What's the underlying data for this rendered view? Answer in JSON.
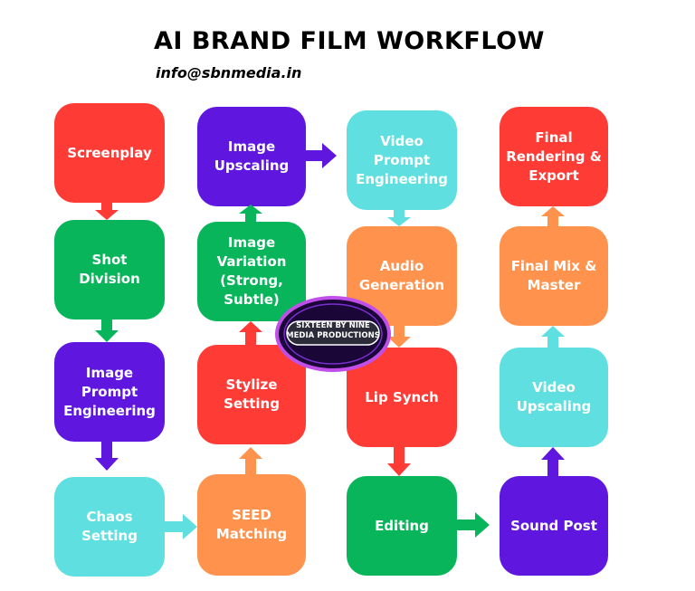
{
  "header": {
    "title": "AI BRAND FILM WORKFLOW",
    "email": "info@sbnmedia.in"
  },
  "steps": {
    "screenplay": "Screenplay",
    "shot_division": "Shot Division",
    "image_prompt_engineering": "Image\nPrompt\nEngineering",
    "chaos_setting": "Chaos Setting",
    "image_upscaling": "Image\nUpscaling",
    "image_variation": "Image\nVariation\n(Strong,\nSubtle)",
    "stylize_setting": "Stylize\nSetting",
    "seed_matching": "SEED\nMatching",
    "video_prompt_engineering": "Video Prompt\nEngineering",
    "audio_generation": "Audio\nGeneration",
    "lip_synch": "Lip Synch",
    "editing": "Editing",
    "final_rendering": "Final\nRendering &\nExport",
    "final_mix": "Final Mix &\nMaster",
    "video_upscaling": "Video\nUpscaling",
    "sound_post": "Sound Post"
  },
  "logo": {
    "text": "SIXTEEN BY NINE\nMEDIA PRODUCTIONS"
  },
  "colors": {
    "red": "#ff3b36",
    "green": "#08b55a",
    "purple": "#5f17e0",
    "cyan": "#5fdfe0",
    "orange": "#ff934d"
  }
}
